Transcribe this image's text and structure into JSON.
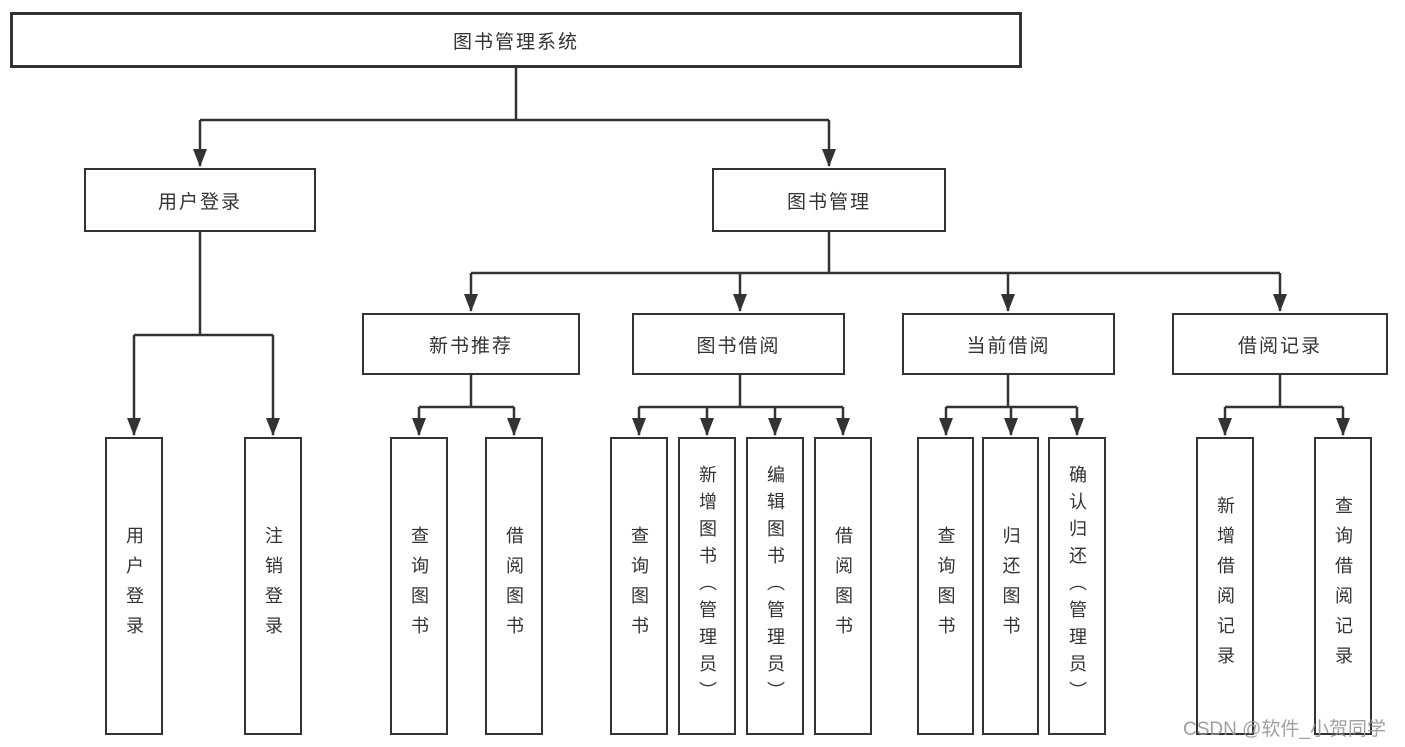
{
  "diagram": {
    "type": "hierarchy",
    "tree": {
      "root": {
        "label": "图书管理系统",
        "children": [
          {
            "label": "用户登录",
            "children": [
              "用户登录",
              "注销登录"
            ]
          },
          {
            "label": "图书管理",
            "children": [
              {
                "label": "新书推荐",
                "children": [
                  "查询图书",
                  "借阅图书"
                ]
              },
              {
                "label": "图书借阅",
                "children": [
                  "查询图书",
                  "新增图书（管理员）",
                  "编辑图书（管理员）",
                  "借阅图书"
                ]
              },
              {
                "label": "当前借阅",
                "children": [
                  "查询图书",
                  "归还图书",
                  "确认归还（管理员）"
                ]
              },
              {
                "label": "借阅记录",
                "children": [
                  "新增借阅记录",
                  "查询借阅记录"
                ]
              }
            ]
          }
        ]
      }
    },
    "colors": {
      "line": "#333333",
      "box_border": "#333333",
      "text": "#333333",
      "background": "#ffffff",
      "watermark": "#969696"
    }
  },
  "watermark": {
    "text": "CSDN @软件_小贺同学"
  }
}
